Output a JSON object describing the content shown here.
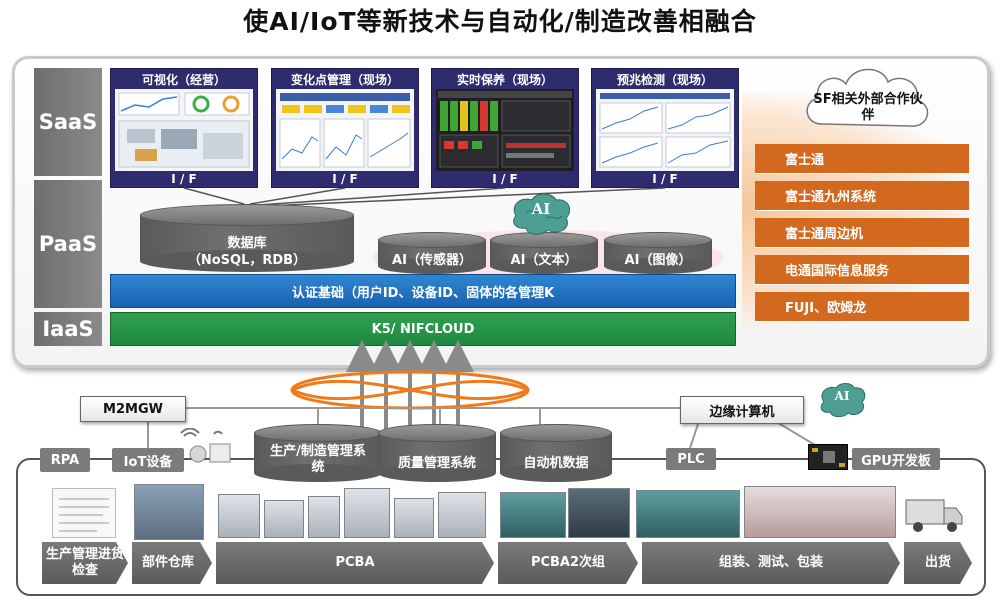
{
  "title": "使AI/IoT等新技术与自动化/制造改善相融合",
  "layers": {
    "saas": "SaaS",
    "paas": "PaaS",
    "iaas": "IaaS"
  },
  "apps": [
    {
      "title": "可视化（经营）",
      "if_label": "I / F"
    },
    {
      "title": "变化点管理（现场）",
      "if_label": "I / F"
    },
    {
      "title": "实时保养（现场）",
      "if_label": "I / F"
    },
    {
      "title": "预兆检测（现场）",
      "if_label": "I / F"
    }
  ],
  "database": {
    "line1": "数据库",
    "line2": "（NoSQL，RDB）"
  },
  "ai_modules": [
    "AI（传感器）",
    "AI（文本）",
    "AI（图像）"
  ],
  "ai_badge": "AI",
  "auth_bar": "认证基础（用户ID、设备ID、固体的各管理K",
  "infra_bar": "K5/ NIFCLOUD",
  "partners": {
    "header": "SF相关外部合作伙伴",
    "items": [
      "富士通",
      "富士通九州系统",
      "富士通周边机",
      "电通国际信息服务",
      "FUJI、欧姆龙"
    ]
  },
  "gateways": {
    "m2mgw": "M2MGW",
    "edge": "边缘计算机"
  },
  "factory_tags": {
    "rpa": "RPA",
    "iot": "IoT设备",
    "plc": "PLC",
    "gpu": "GPU开发板"
  },
  "factory_systems": [
    "生产/制造管理系统",
    "质量管理系统",
    "自动机数据"
  ],
  "processes": [
    "生产管理进货检查",
    "部件仓库",
    "PCBA",
    "PCBA2次组",
    "组装、测试、包装",
    "出货"
  ],
  "colors": {
    "partner": "#d2691e",
    "auth": "#1f6fc0",
    "infra": "#239044",
    "app": "#2c2c6e",
    "arc": "#f07a1a"
  }
}
